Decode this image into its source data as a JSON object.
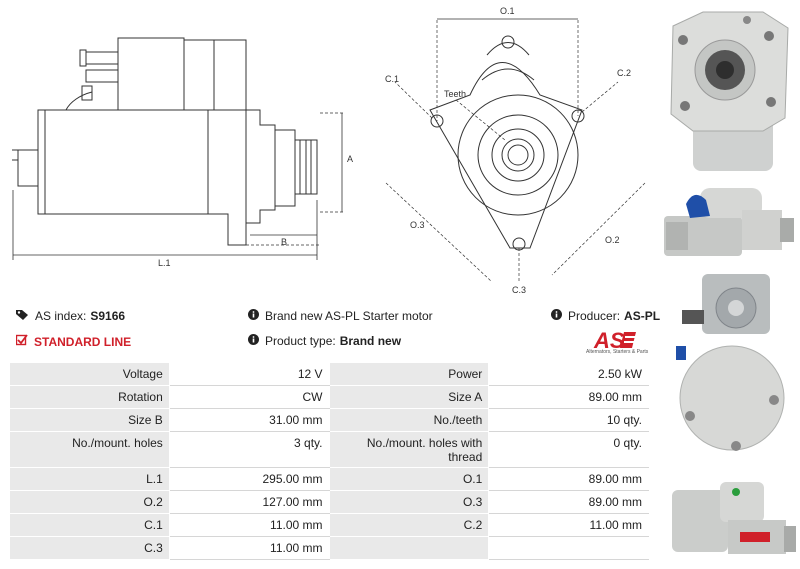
{
  "drawing": {
    "labels": {
      "o1": "O.1",
      "c1": "C.1",
      "c2": "C.2",
      "teeth": "Teeth",
      "a": "A",
      "b": "B",
      "l1": "L.1",
      "o2": "O.2",
      "o3": "O.3",
      "c3": "C.3"
    }
  },
  "info": {
    "as_index_label": "AS index:",
    "as_index_value": "S9166",
    "standard_line": "STANDARD LINE",
    "description": "Brand new AS-PL Starter motor",
    "product_type_label": "Product type:",
    "product_type_value": "Brand new",
    "producer_label": "Producer:",
    "producer_value": "AS-PL"
  },
  "logo": {
    "text": "AS",
    "tagline": "Alternators, Starters & Parts",
    "color": "#d0202a"
  },
  "specs": [
    {
      "l1": "Voltage",
      "v1": "12 V",
      "l2": "Power",
      "v2": "2.50 kW"
    },
    {
      "l1": "Rotation",
      "v1": "CW",
      "l2": "Size A",
      "v2": "89.00 mm"
    },
    {
      "l1": "Size B",
      "v1": "31.00 mm",
      "l2": "No./teeth",
      "v2": "10 qty."
    },
    {
      "l1": "No./mount. holes",
      "v1": "3 qty.",
      "l2": "No./mount. holes with thread",
      "v2": "0 qty."
    },
    {
      "l1": "L.1",
      "v1": "295.00 mm",
      "l2": "O.1",
      "v2": "89.00 mm"
    },
    {
      "l1": "O.2",
      "v1": "127.00 mm",
      "l2": "O.3",
      "v2": "89.00 mm"
    },
    {
      "l1": "C.1",
      "v1": "11.00 mm",
      "l2": "C.2",
      "v2": "11.00 mm"
    },
    {
      "l1": "C.3",
      "v1": "11.00 mm",
      "l2": "",
      "v2": ""
    }
  ]
}
